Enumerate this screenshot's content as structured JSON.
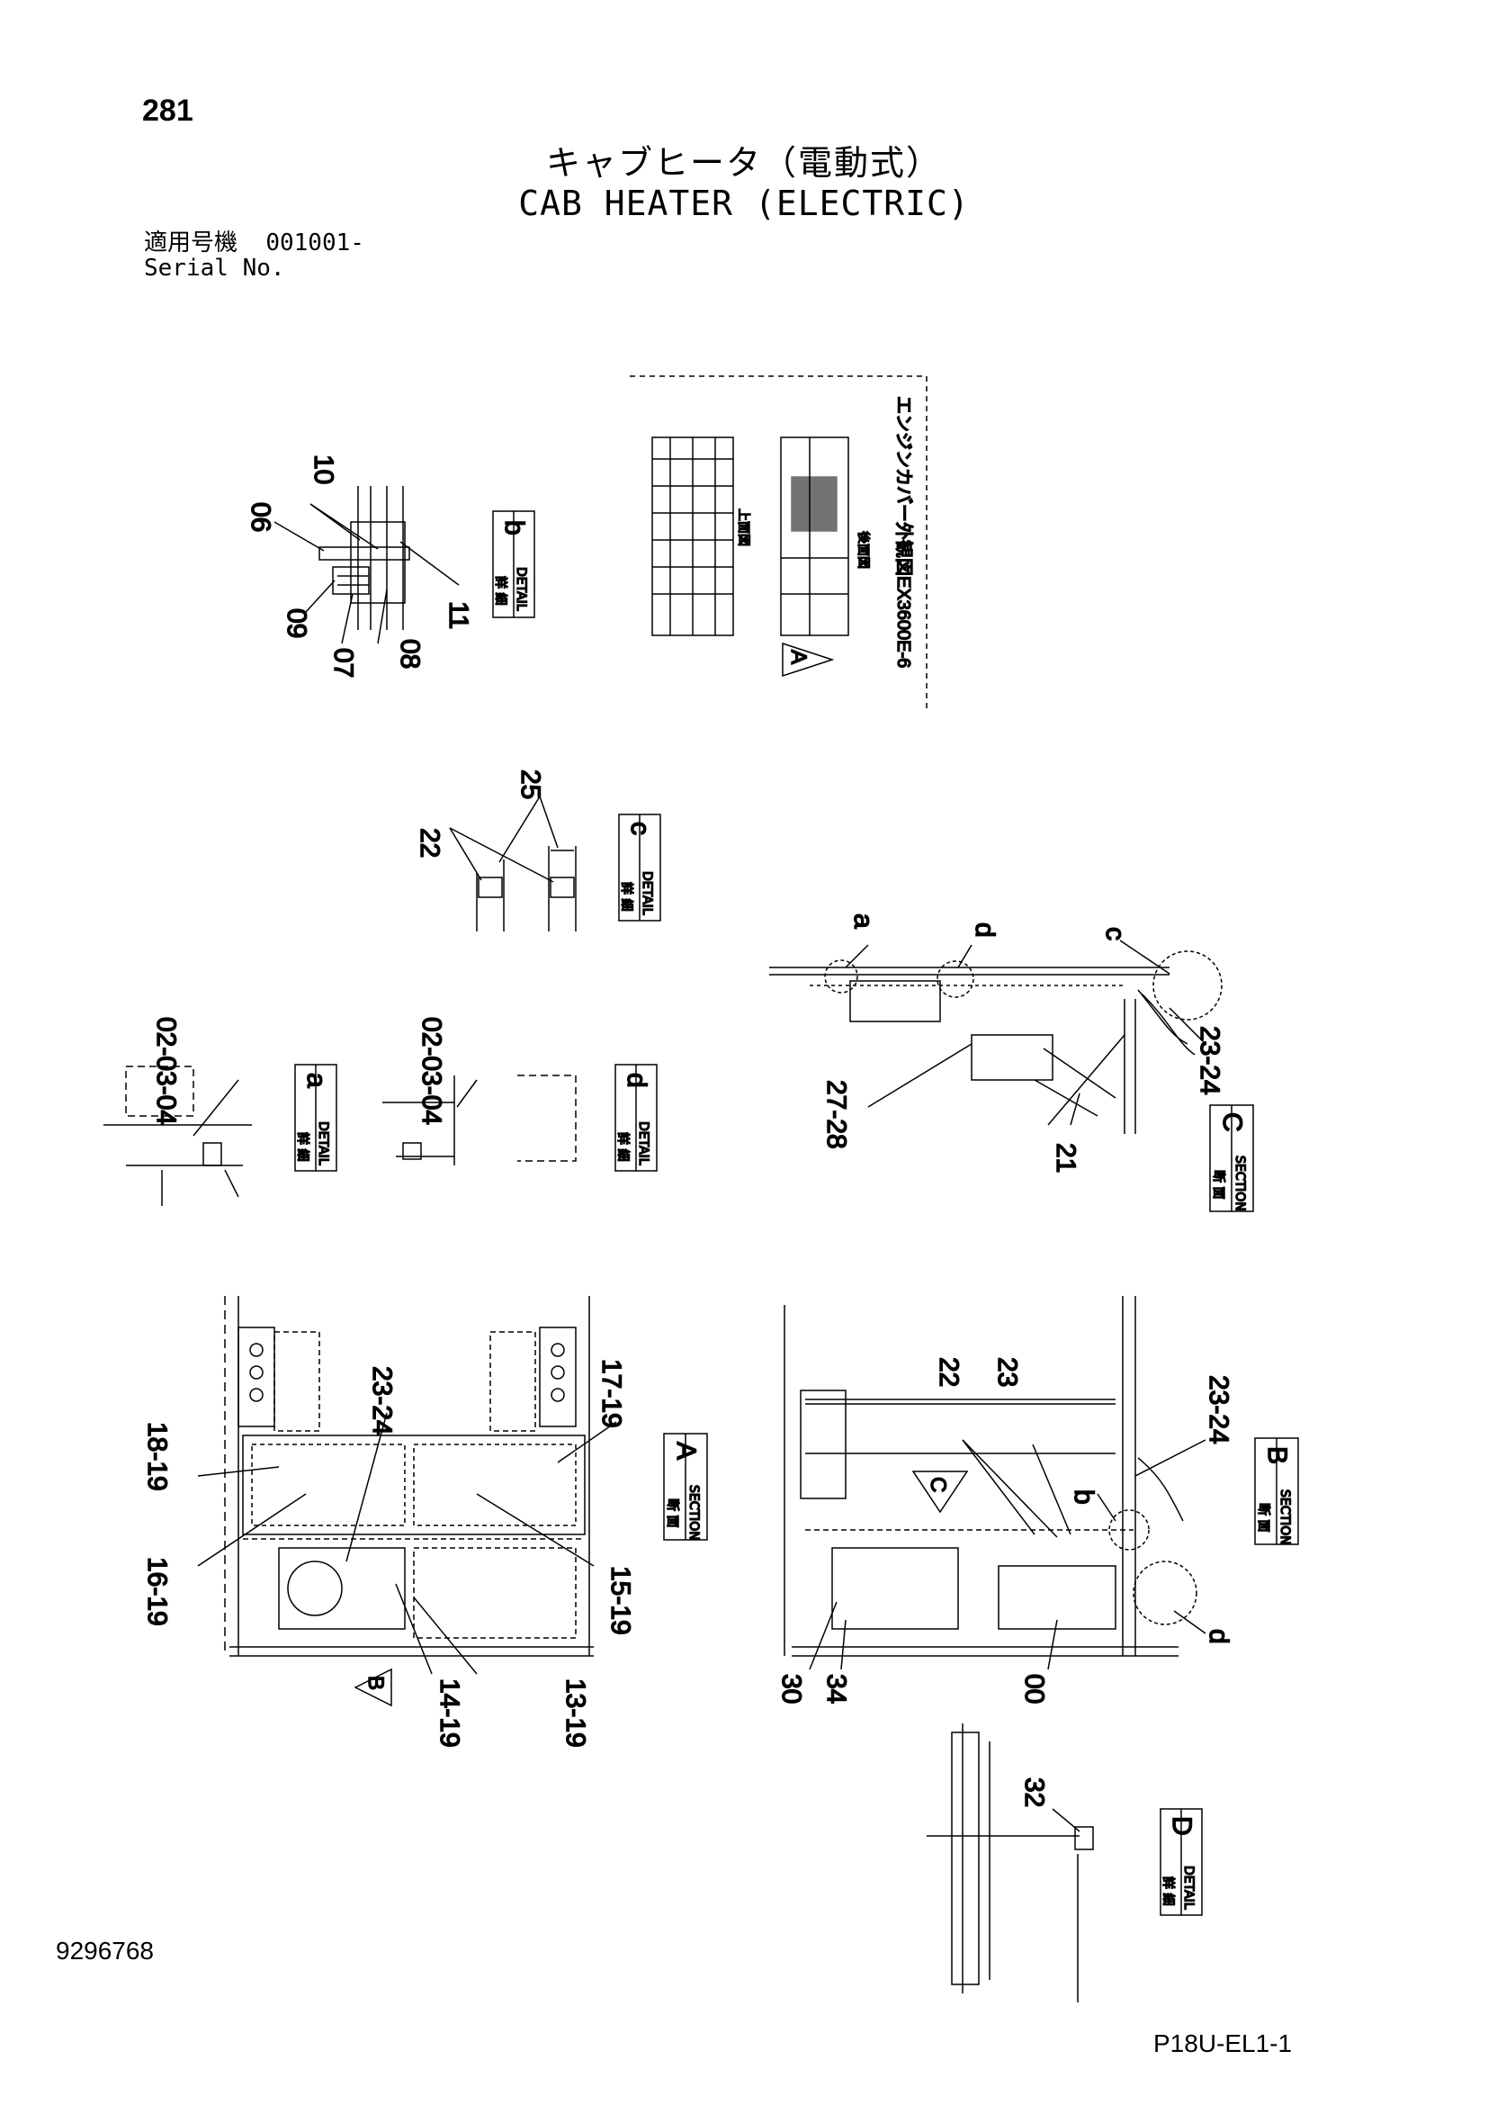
{
  "header": {
    "page_number": "281",
    "title_jp": "キャブヒータ（電動式）",
    "title_en": "CAB HEATER (ELECTRIC)",
    "serial_label_jp": "適用号機",
    "serial_range": "001001-",
    "serial_label_en": "Serial No."
  },
  "footer": {
    "document_number": "9296768",
    "sheet_code": "P18U-EL1-1"
  },
  "label_boxes": {
    "detail_jp": "詳 細",
    "detail_en": "DETAIL",
    "section_jp": "断 面",
    "section_en": "SECTION",
    "detail_b": "b",
    "detail_c": "c",
    "detail_a": "a",
    "detail_d": "d",
    "detail_D": "D",
    "section_A": "A",
    "section_B": "B",
    "section_C": "C"
  },
  "inset": {
    "top_view_jp": "上面図",
    "rear_view_jp": "後面図",
    "caption_model": "EX3600E-6",
    "caption_jp": "エンジンカバー外観図",
    "arrow_A": "A"
  },
  "view_arrows": {
    "arrow_B": "B",
    "arrow_C": "C"
  },
  "callouts": {
    "detail_b": [
      "10",
      "06",
      "09",
      "07",
      "08",
      "11"
    ],
    "detail_c": [
      "22",
      "25"
    ],
    "detail_a": [
      "02-03-04"
    ],
    "detail_d": [
      "02-03-04"
    ],
    "section_c": [
      "a",
      "d",
      "c",
      "23-24",
      "27-28",
      "21"
    ],
    "section_a": [
      "23-24",
      "17-19",
      "18-19",
      "16-19",
      "15-19",
      "14-19",
      "13-19"
    ],
    "section_b": [
      "22",
      "23",
      "23-24",
      "b",
      "d",
      "30",
      "34",
      "00"
    ],
    "detail_D_view": [
      "32"
    ]
  }
}
